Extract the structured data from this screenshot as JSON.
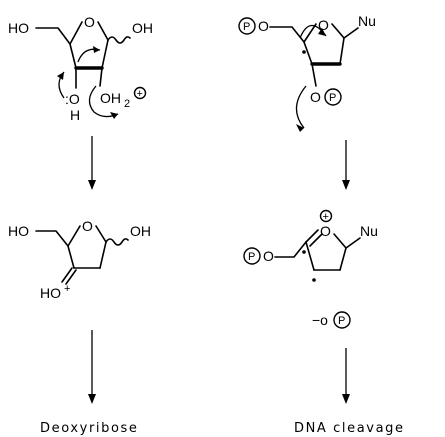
{
  "labels": {
    "ho": "HO",
    "oh": "OH",
    "ring_o": "O",
    "oh2_o": "OH",
    "oh2_sub": "2",
    "plus": "+",
    "colon_o": ":O",
    "h": "H",
    "ho_plus": "HO",
    "ho_plus_sign": "+",
    "o": "O",
    "p": "P",
    "nu": "Nu",
    "minus_o": "−o"
  },
  "captions": {
    "left": "Deoxyribose",
    "right": "DNA cleavage"
  }
}
